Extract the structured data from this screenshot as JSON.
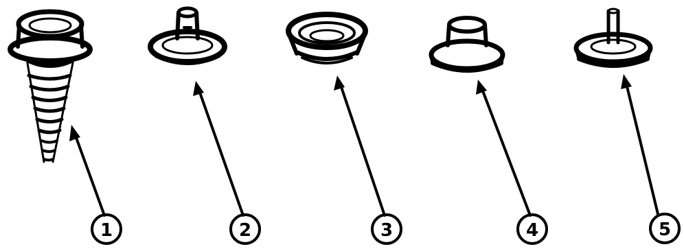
{
  "parts": [
    {
      "number": "1",
      "kind": "threaded-screw-stud"
    },
    {
      "number": "2",
      "kind": "cap-with-post"
    },
    {
      "number": "3",
      "kind": "socket-cap"
    },
    {
      "number": "4",
      "kind": "eyelet-stud"
    },
    {
      "number": "5",
      "kind": "post-base"
    }
  ],
  "style": {
    "ink": "#000000",
    "background": "#ffffff"
  }
}
